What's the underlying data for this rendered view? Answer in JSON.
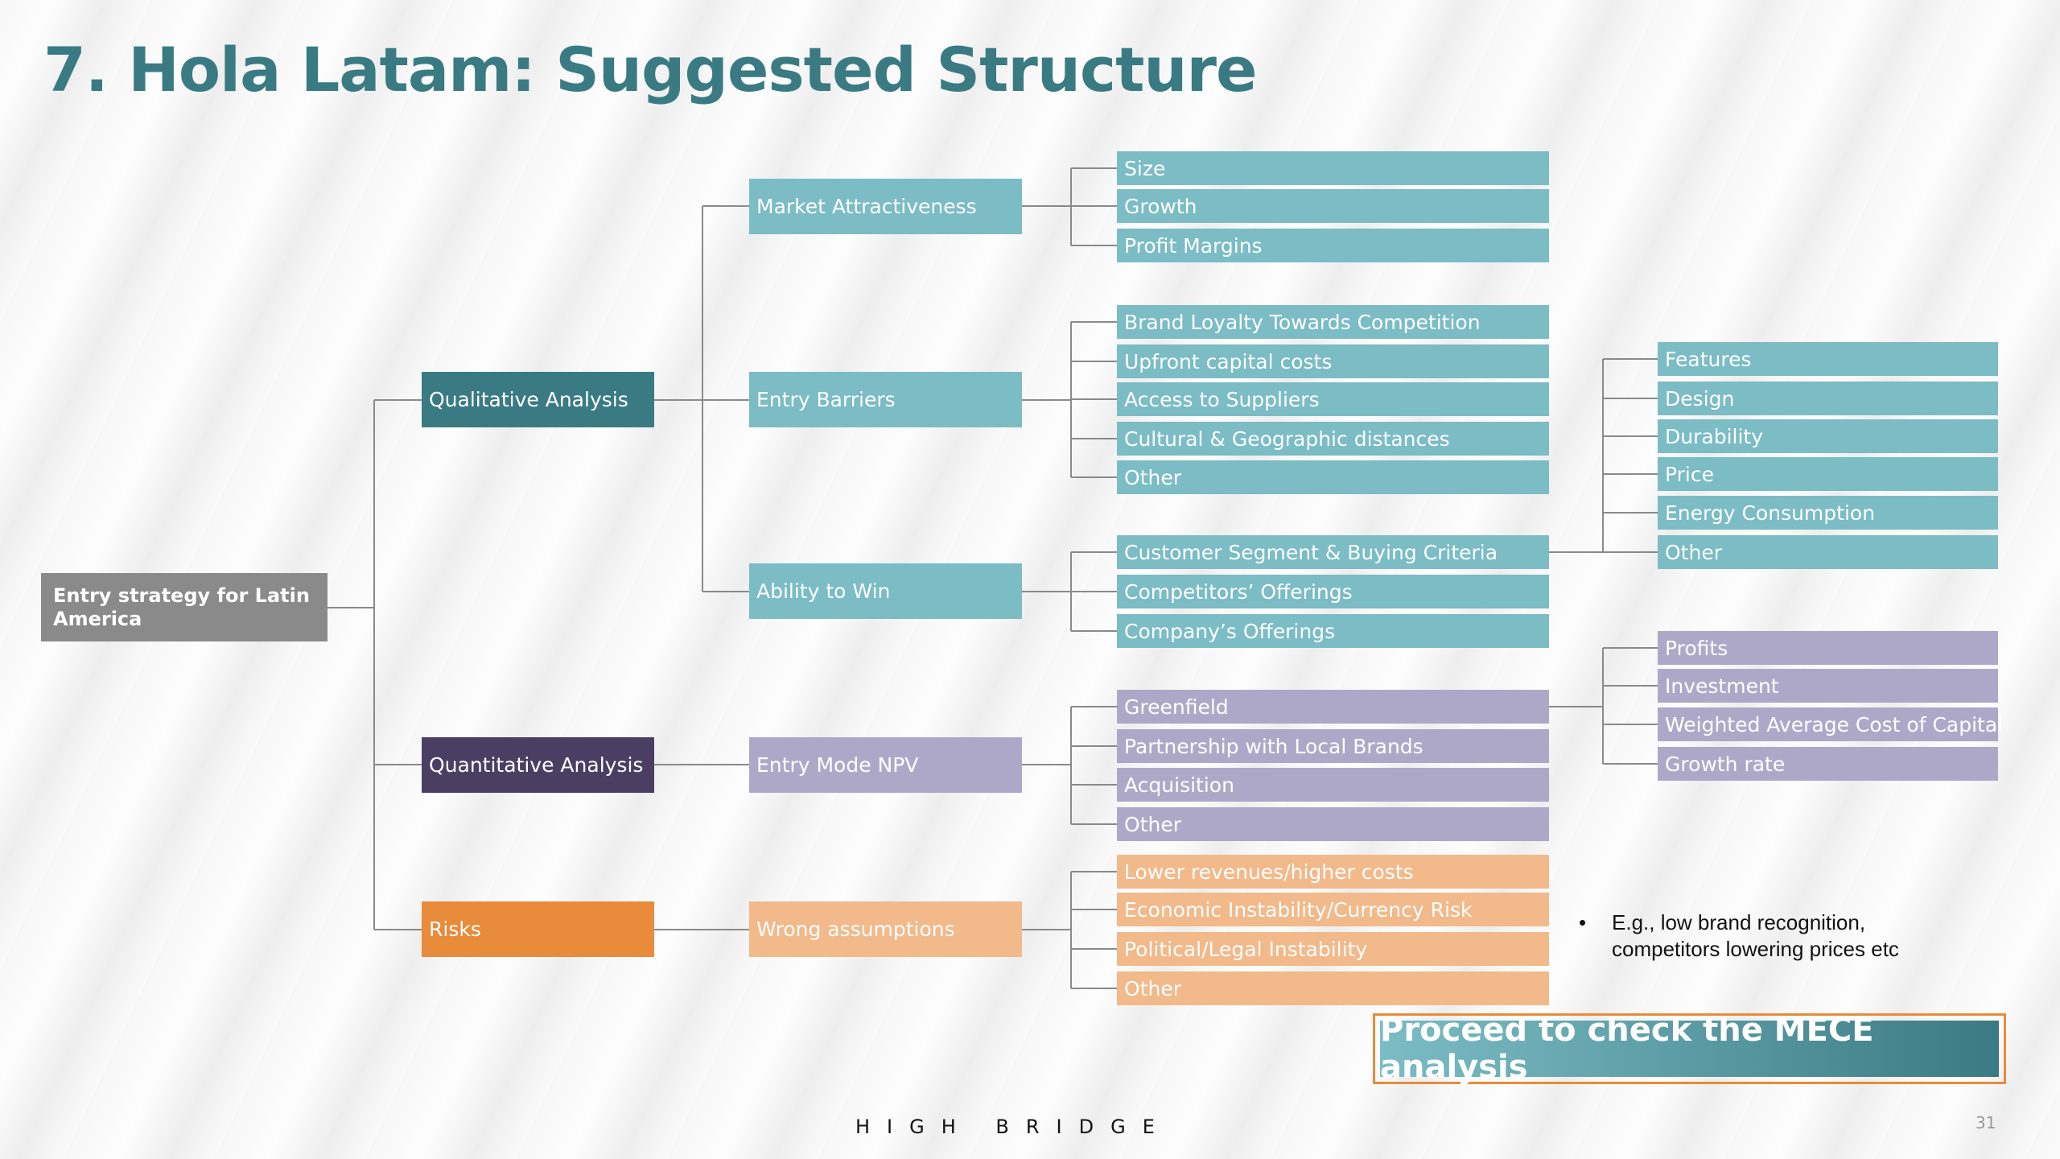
{
  "title": "7. Hola Latam: Suggested Structure",
  "root": "Entry strategy for Latin America",
  "level1": {
    "qualitative": "Qualitative Analysis",
    "quantitative": "Quantitative Analysis",
    "risks": "Risks"
  },
  "level2": {
    "market": "Market Attractiveness",
    "barriers": "Entry Barriers",
    "ability": "Ability to Win",
    "npv": "Entry Mode NPV",
    "wrong": "Wrong assumptions"
  },
  "market_items": [
    "Size",
    "Growth",
    "Profit Margins"
  ],
  "barrier_items": [
    "Brand Loyalty Towards Competition",
    "Upfront capital costs",
    "Access to Suppliers",
    "Cultural & Geographic distances",
    "Other"
  ],
  "ability_items": [
    "Customer Segment & Buying Criteria",
    "Competitors’ Offerings",
    "Company’s Offerings"
  ],
  "criteria_items": [
    "Features",
    "Design",
    "Durability",
    "Price",
    "Energy Consumption",
    "Other"
  ],
  "npv_items": [
    "Greenfield",
    "Partnership with Local Brands",
    "Acquisition",
    "Other"
  ],
  "npv_drivers": [
    "Profits",
    "Investment",
    "Weighted Average Cost of Capital",
    "Growth rate"
  ],
  "risk_items": [
    "Lower revenues/higher costs",
    "Economic Instability/Currency Risk",
    "Political/Legal Instability",
    "Other"
  ],
  "note": {
    "bullet": "•",
    "text": "E.g., low brand recognition, competitors lowering prices etc"
  },
  "cta": "Proceed to check the MECE analysis",
  "footer": "HIGH BRIDGE",
  "page_number": "31",
  "colors": {
    "dark_teal": "#3a7b83",
    "light_teal": "#7bbcc5",
    "dark_purple": "#4a3f63",
    "light_purple": "#aea8c8",
    "orange": "#e88b3a",
    "light_orange": "#f2b98a",
    "gray": "#8a8a8a"
  }
}
